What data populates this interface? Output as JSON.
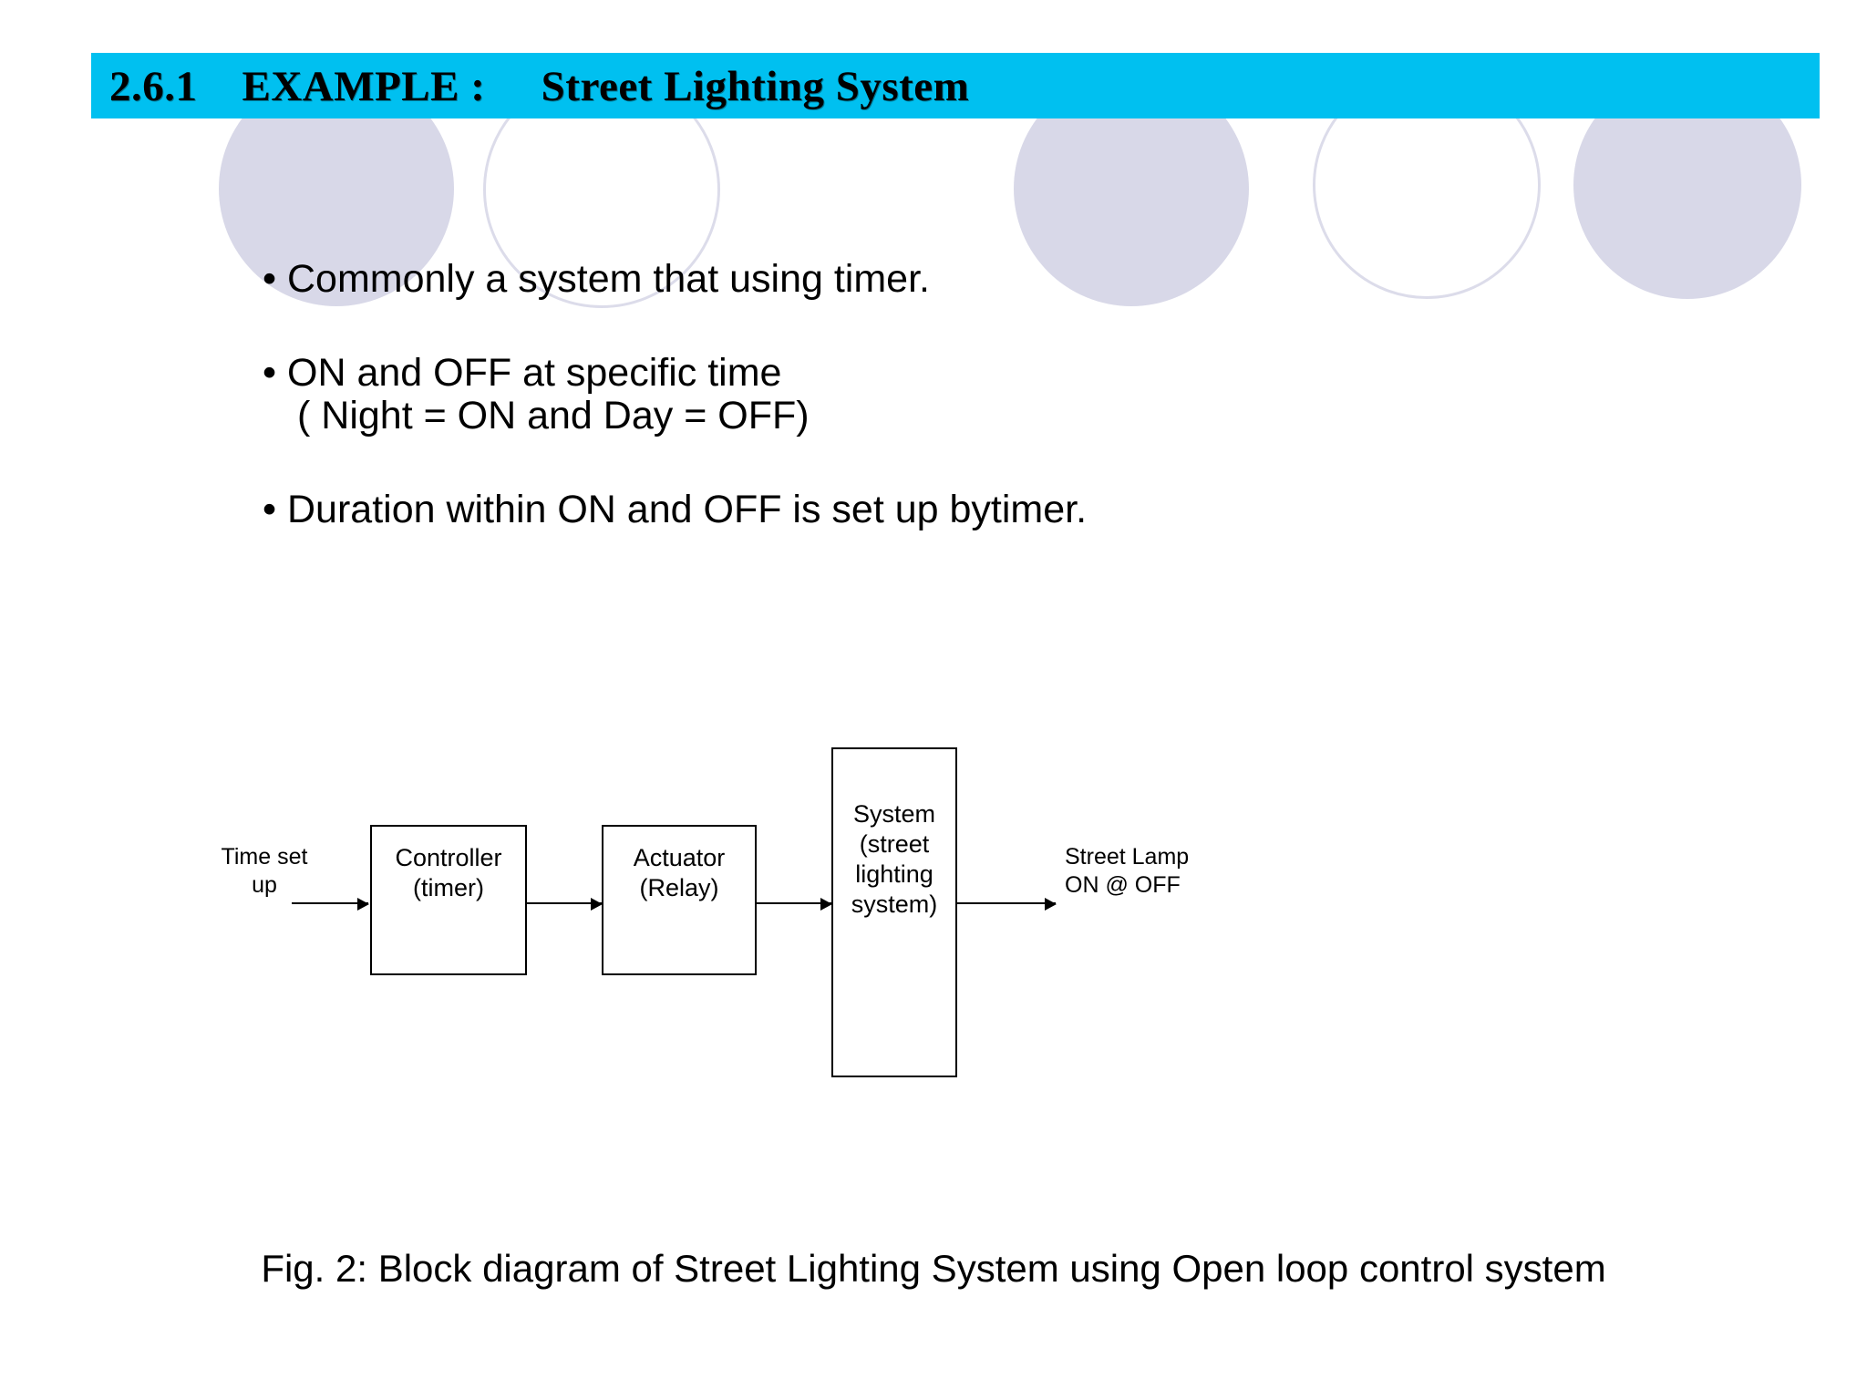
{
  "slide": {
    "title": "2.6.1    EXAMPLE :     Street Lighting System",
    "banner_color": "#00c0f0",
    "background_color": "#ffffff",
    "decor_fill_color": "#d8d8e8",
    "decor_outline_color": "#dcdcea"
  },
  "bullets": [
    {
      "lines": [
        "• Commonly a system that using timer."
      ]
    },
    {
      "lines": [
        "• ON and OFF at specific time",
        "( Night = ON and Day = OFF)"
      ]
    },
    {
      "lines": [
        "• Duration within ON and OFF is set up bytimer."
      ]
    }
  ],
  "diagram": {
    "input_label": {
      "lines": [
        "Time set",
        "up"
      ]
    },
    "output_label": {
      "lines": [
        "Street Lamp",
        "ON @ OFF"
      ]
    },
    "boxes": [
      {
        "name": "controller",
        "lines": [
          "Controller",
          "(timer)"
        ]
      },
      {
        "name": "actuator",
        "lines": [
          "Actuator",
          "(Relay)"
        ]
      },
      {
        "name": "system",
        "lines": [
          "System",
          "(street",
          "lighting",
          "system)"
        ]
      }
    ]
  },
  "caption": "Fig. 2: Block diagram of Street Lighting System using Open loop control system"
}
